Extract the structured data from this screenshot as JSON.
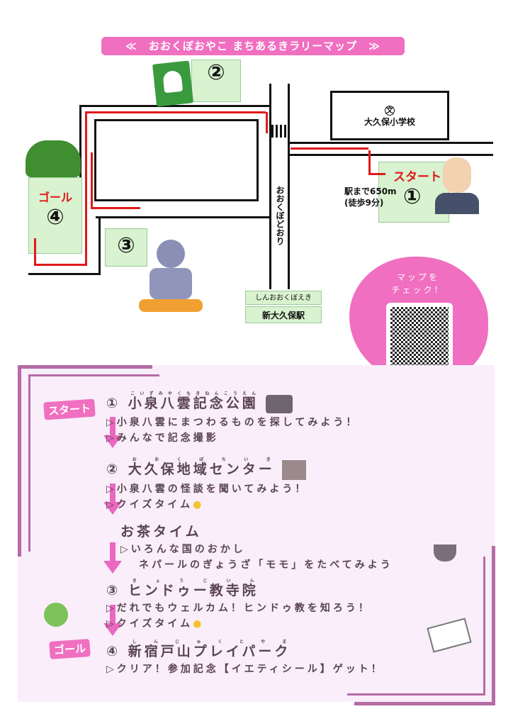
{
  "title": "≪　おおくぼおやこ まちあるきラリーマップ　≫",
  "map": {
    "points": [
      "②",
      "③",
      "④",
      "①"
    ],
    "school": "大久保小学校",
    "school_icon": "文",
    "start": "スタート",
    "goal": "ゴール",
    "distance": "駅まで650m",
    "walk": "(徒歩9分)",
    "street": "おおくぼどおり",
    "station_kana": "しんおおくぼえき",
    "station": "新大久保駅",
    "qr_label": "マップを\nチェック！"
  },
  "steps": {
    "start_tag": "スタート",
    "goal_tag": "ゴール",
    "s1": {
      "num": "①",
      "title": "小泉八雲記念公園",
      "ruby": "こいずみやくもきねんこうえん",
      "l1": "▷小泉八雲にまつわるものを探してみよう！",
      "l2": "▷みんなで記念撮影"
    },
    "s2": {
      "num": "②",
      "title": "大久保地域センター",
      "ruby": "おおくぼちいき",
      "l1": "▷小泉八雲の怪談を聞いてみよう！",
      "l2": "▷クイズタイム"
    },
    "tea": {
      "title": "お茶タイム",
      "l1": "▷いろんな国のおかし",
      "l2": "ネパールのぎょうざ「モモ」をたべてみよう"
    },
    "s3": {
      "num": "③",
      "title": "ヒンドゥー教寺院",
      "ruby": "きょうじいん",
      "l1": "▷だれでもウェルカム！ヒンドゥ教を知ろう！",
      "l2": "▷クイズタイム"
    },
    "s4": {
      "num": "④",
      "title": "新宿戸山プレイパーク",
      "ruby": "しんじゅくとやま",
      "l1": "▷クリア！参加記念【イエティシール】ゲット！"
    }
  },
  "colors": {
    "accent": "#f06fc0",
    "arrow": "#e0191b",
    "panel": "#f9eefa"
  }
}
